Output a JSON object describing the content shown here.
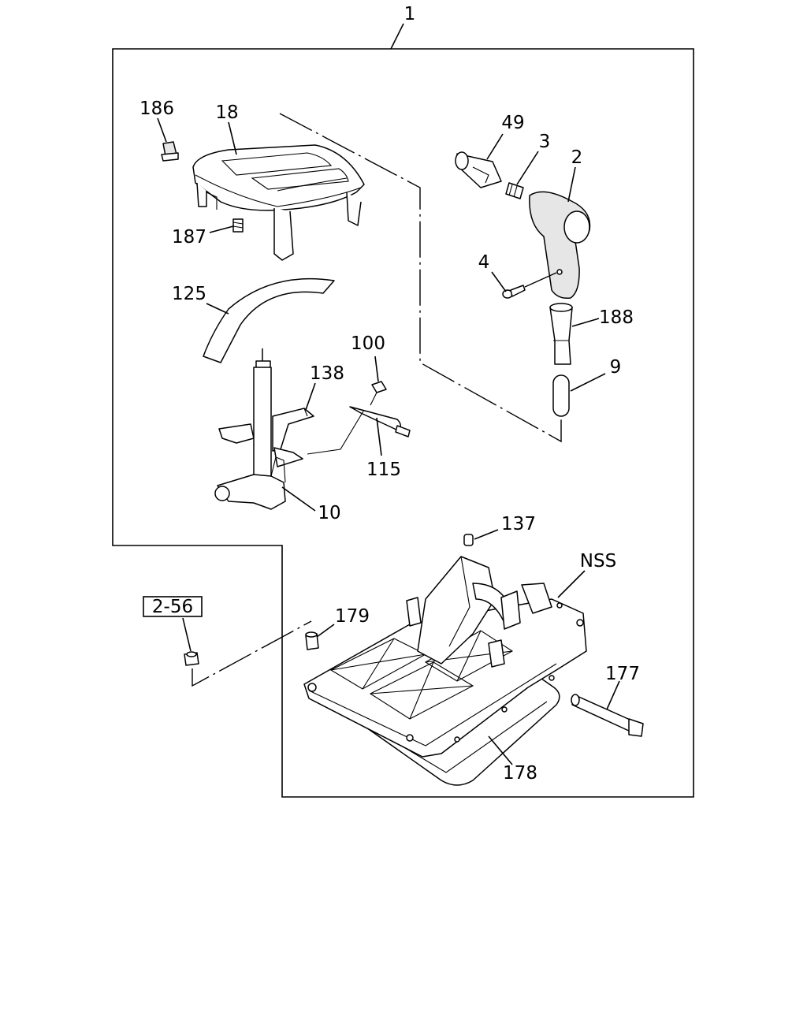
{
  "callouts": {
    "c1": "1",
    "c186": "186",
    "c18": "18",
    "c49": "49",
    "c3": "3",
    "c2": "2",
    "c187": "187",
    "c4": "4",
    "c125": "125",
    "c188": "188",
    "c100": "100",
    "c138": "138",
    "c9": "9",
    "c115": "115",
    "c10": "10",
    "c137": "137",
    "cNSS": "NSS",
    "c2_56": "2-56",
    "c179": "179",
    "c177": "177",
    "c178": "178"
  }
}
